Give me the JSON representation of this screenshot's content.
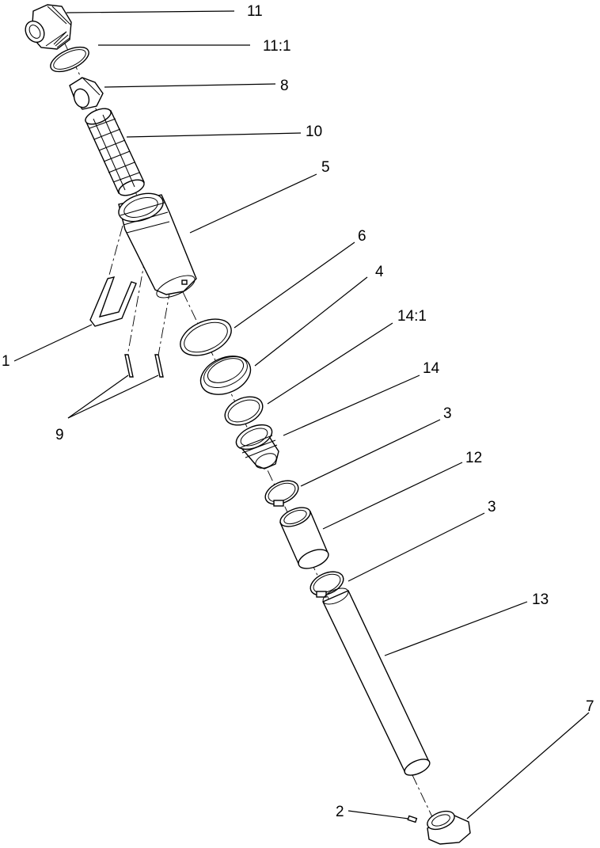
{
  "labels": {
    "l11": "11",
    "l11_1": "11:1",
    "l8": "8",
    "l10": "10",
    "l5": "5",
    "l6": "6",
    "l4": "4",
    "l14_1": "14:1",
    "l14": "14",
    "l3a": "3",
    "l12": "12",
    "l3b": "3",
    "l13": "13",
    "l7": "7",
    "l2": "2",
    "l1": "1",
    "l9": "9"
  }
}
